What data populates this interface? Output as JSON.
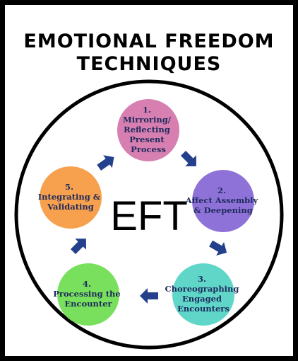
{
  "title": {
    "line1": "EMOTIONAL FREEDOM",
    "line2": "TECHNIQUES"
  },
  "center_label": "EFT",
  "nodes": [
    {
      "lines": [
        "1.",
        "Mirroring/",
        "Reflecting",
        "Present",
        "Process"
      ],
      "color": "#d67fb0"
    },
    {
      "lines": [
        "2.",
        "Affect Assembly",
        "& Deepening"
      ],
      "color": "#8e72d8"
    },
    {
      "lines": [
        "3.",
        "Choreographing",
        "Engaged",
        "Encounters"
      ],
      "color": "#5fd6c8"
    },
    {
      "lines": [
        "4.",
        "Processing the",
        "Encounter"
      ],
      "color": "#78e05c"
    },
    {
      "lines": [
        "5.",
        "Integrating &",
        "Validating"
      ],
      "color": "#f7a04e"
    }
  ],
  "colors": {
    "arrow": "#24408c",
    "ring": "#000000",
    "frame": "#000000",
    "text": "#1f2a5c"
  }
}
